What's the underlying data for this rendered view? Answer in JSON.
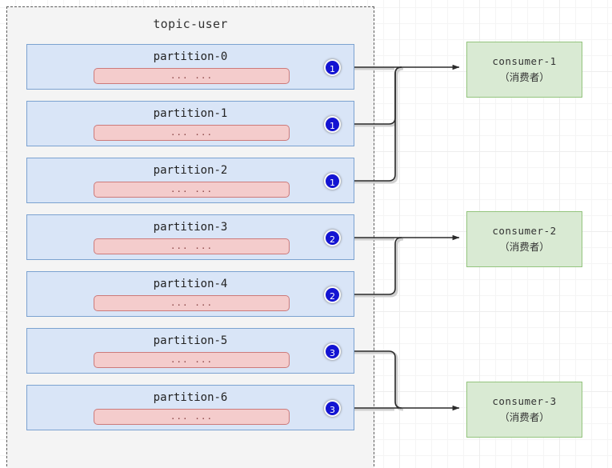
{
  "diagram": {
    "title": "topic-user",
    "topic": {
      "label": "topic-user",
      "partitions": [
        {
          "label": "partition-0",
          "content": "...  ...",
          "badge": "1",
          "group": "consumer-1"
        },
        {
          "label": "partition-1",
          "content": "...  ...",
          "badge": "1",
          "group": "consumer-1"
        },
        {
          "label": "partition-2",
          "content": "...  ...",
          "badge": "1",
          "group": "consumer-1"
        },
        {
          "label": "partition-3",
          "content": "...  ...",
          "badge": "2",
          "group": "consumer-2"
        },
        {
          "label": "partition-4",
          "content": "...  ...",
          "badge": "2",
          "group": "consumer-2"
        },
        {
          "label": "partition-5",
          "content": "...  ...",
          "badge": "3",
          "group": "consumer-3"
        },
        {
          "label": "partition-6",
          "content": "...  ...",
          "badge": "3",
          "group": "consumer-3"
        }
      ]
    },
    "consumers": [
      {
        "name": "consumer-1",
        "sub": "（消费者）"
      },
      {
        "name": "consumer-2",
        "sub": "（消费者）"
      },
      {
        "name": "consumer-3",
        "sub": "（消费者）"
      }
    ],
    "colors": {
      "partition_fill": "#d9e5f7",
      "partition_border": "#7ba2d0",
      "message_fill": "#f4cccc",
      "message_border": "#cc7a7a",
      "consumer_fill": "#d9ead3",
      "consumer_border": "#93c47d",
      "badge_fill": "#1414d2",
      "topic_fill": "#f4f4f4",
      "topic_border": "#5a5a5a",
      "connector": "#333333"
    }
  }
}
